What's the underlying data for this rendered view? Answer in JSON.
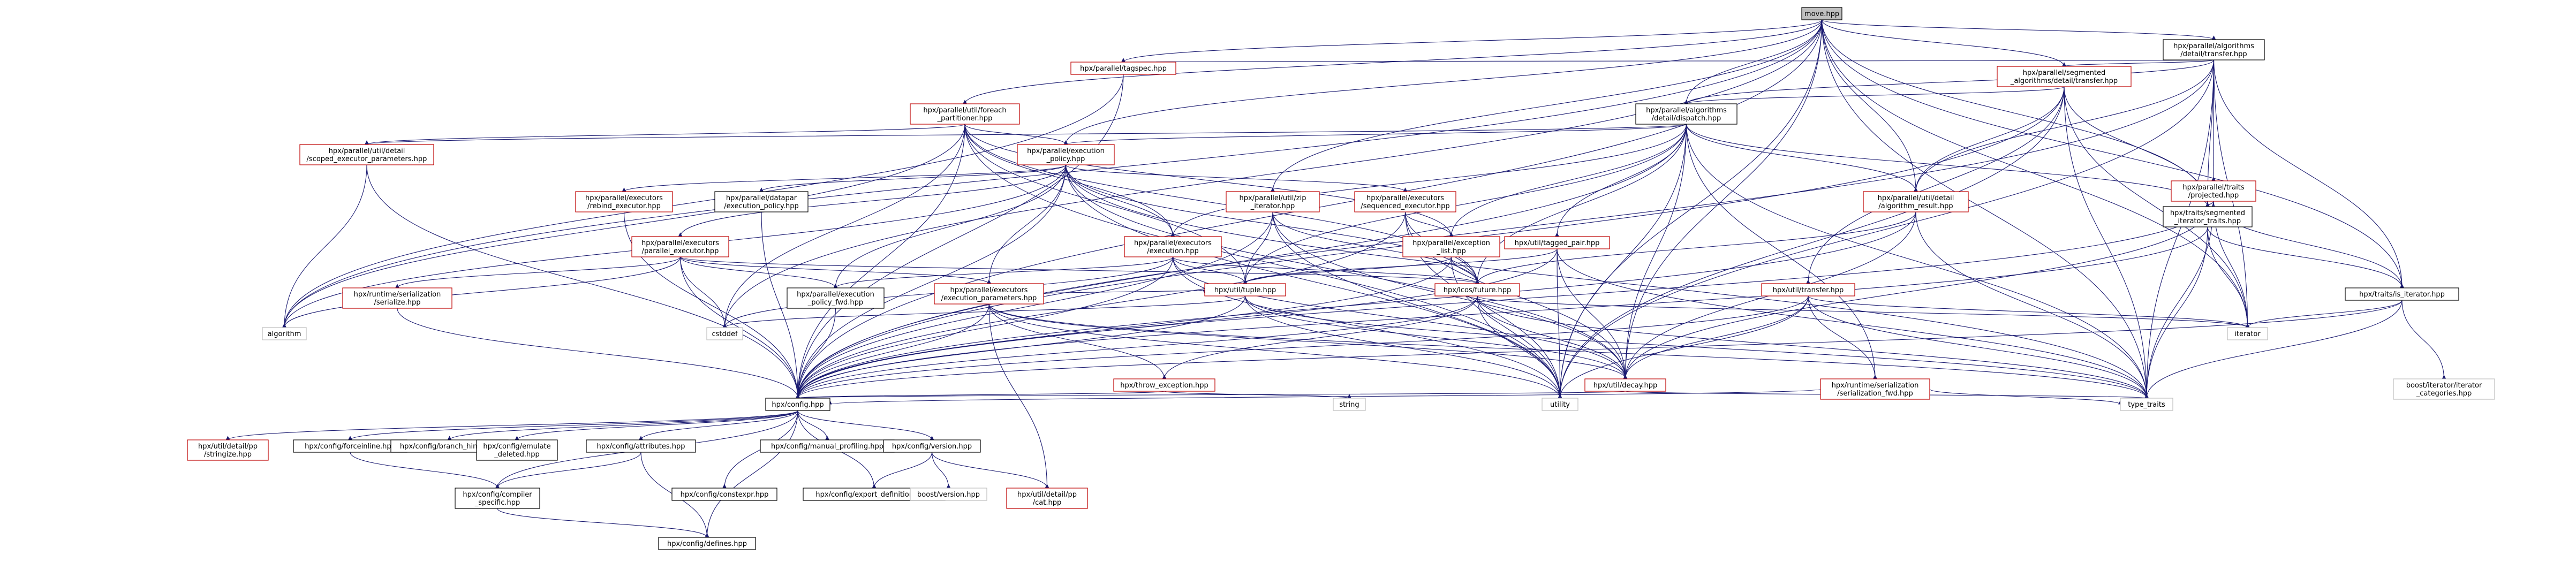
{
  "diagram": {
    "title": "move.hpp",
    "colors": {
      "edge": "#191970",
      "root_fill": "#bfbfbf",
      "normal_border": "#000000",
      "incomplete_border": "#bf0000",
      "external_border": "#bfbfbf"
    },
    "nodes": [
      {
        "id": "n0",
        "lines": [
          "move.hpp"
        ],
        "style": "root"
      },
      {
        "id": "n1",
        "lines": [
          "hpx/parallel/algorithms",
          "/detail/transfer.hpp"
        ],
        "style": "normal"
      },
      {
        "id": "n2",
        "lines": [
          "hpx/parallel/tagspec.hpp"
        ],
        "style": "red"
      },
      {
        "id": "n3",
        "lines": [
          "hpx/parallel/segmented",
          "_algorithms/detail/transfer.hpp"
        ],
        "style": "red"
      },
      {
        "id": "n4",
        "lines": [
          "hpx/parallel/util/foreach",
          "_partitioner.hpp"
        ],
        "style": "red"
      },
      {
        "id": "n5",
        "lines": [
          "hpx/parallel/algorithms",
          "/detail/dispatch.hpp"
        ],
        "style": "normal"
      },
      {
        "id": "n6",
        "lines": [
          "hpx/parallel/util/detail",
          "/scoped_executor_parameters.hpp"
        ],
        "style": "red"
      },
      {
        "id": "n7",
        "lines": [
          "hpx/parallel/execution",
          "_policy.hpp"
        ],
        "style": "red"
      },
      {
        "id": "n8",
        "lines": [
          "hpx/parallel/traits",
          "/projected.hpp"
        ],
        "style": "red"
      },
      {
        "id": "n9",
        "lines": [
          "hpx/parallel/executors",
          "/rebind_executor.hpp"
        ],
        "style": "red"
      },
      {
        "id": "n10",
        "lines": [
          "hpx/parallel/datapar",
          "/execution_policy.hpp"
        ],
        "style": "normal"
      },
      {
        "id": "n11",
        "lines": [
          "hpx/parallel/util/zip",
          "_iterator.hpp"
        ],
        "style": "red"
      },
      {
        "id": "n12",
        "lines": [
          "hpx/parallel/executors",
          "/sequenced_executor.hpp"
        ],
        "style": "red"
      },
      {
        "id": "n13",
        "lines": [
          "hpx/parallel/util/detail",
          "/algorithm_result.hpp"
        ],
        "style": "red"
      },
      {
        "id": "n14",
        "lines": [
          "hpx/traits/segmented",
          "_iterator_traits.hpp"
        ],
        "style": "normal"
      },
      {
        "id": "n15",
        "lines": [
          "hpx/parallel/executors",
          "/parallel_executor.hpp"
        ],
        "style": "red"
      },
      {
        "id": "n16",
        "lines": [
          "hpx/parallel/executors",
          "/execution.hpp"
        ],
        "style": "red"
      },
      {
        "id": "n17",
        "lines": [
          "hpx/parallel/exception",
          "_list.hpp"
        ],
        "style": "red"
      },
      {
        "id": "n18",
        "lines": [
          "hpx/util/tagged_pair.hpp"
        ],
        "style": "red"
      },
      {
        "id": "n19",
        "lines": [
          "hpx/runtime/serialization",
          "/serialize.hpp"
        ],
        "style": "red"
      },
      {
        "id": "n20",
        "lines": [
          "hpx/parallel/execution",
          "_policy_fwd.hpp"
        ],
        "style": "normal"
      },
      {
        "id": "n21",
        "lines": [
          "hpx/parallel/executors",
          "/execution_parameters.hpp"
        ],
        "style": "red"
      },
      {
        "id": "n22",
        "lines": [
          "hpx/util/tuple.hpp"
        ],
        "style": "red"
      },
      {
        "id": "n23",
        "lines": [
          "hpx/lcos/future.hpp"
        ],
        "style": "red"
      },
      {
        "id": "n24",
        "lines": [
          "hpx/util/transfer.hpp"
        ],
        "style": "red"
      },
      {
        "id": "n25",
        "lines": [
          "hpx/traits/is_iterator.hpp"
        ],
        "style": "normal"
      },
      {
        "id": "n26",
        "lines": [
          "algorithm"
        ],
        "style": "external"
      },
      {
        "id": "n27",
        "lines": [
          "cstddef"
        ],
        "style": "external"
      },
      {
        "id": "n28",
        "lines": [
          "iterator"
        ],
        "style": "external"
      },
      {
        "id": "n29",
        "lines": [
          "hpx/throw_exception.hpp"
        ],
        "style": "red"
      },
      {
        "id": "n30",
        "lines": [
          "hpx/util/decay.hpp"
        ],
        "style": "red"
      },
      {
        "id": "n31",
        "lines": [
          "hpx/runtime/serialization",
          "/serialization_fwd.hpp"
        ],
        "style": "red"
      },
      {
        "id": "n32",
        "lines": [
          "boost/iterator/iterator",
          "_categories.hpp"
        ],
        "style": "external"
      },
      {
        "id": "n33",
        "lines": [
          "string"
        ],
        "style": "external"
      },
      {
        "id": "n34",
        "lines": [
          "utility"
        ],
        "style": "external"
      },
      {
        "id": "n35",
        "lines": [
          "type_traits"
        ],
        "style": "external"
      },
      {
        "id": "n36",
        "lines": [
          "hpx/config.hpp"
        ],
        "style": "normal"
      },
      {
        "id": "n37",
        "lines": [
          "hpx/util/detail/pp",
          "/stringize.hpp"
        ],
        "style": "red"
      },
      {
        "id": "n38",
        "lines": [
          "hpx/config/forceinline.hpp"
        ],
        "style": "normal"
      },
      {
        "id": "n39",
        "lines": [
          "hpx/config/branch_hints.hpp"
        ],
        "style": "normal"
      },
      {
        "id": "n40",
        "lines": [
          "hpx/config/emulate",
          "_deleted.hpp"
        ],
        "style": "normal"
      },
      {
        "id": "n41",
        "lines": [
          "hpx/config/attributes.hpp"
        ],
        "style": "normal"
      },
      {
        "id": "n42",
        "lines": [
          "hpx/config/manual_profiling.hpp"
        ],
        "style": "normal"
      },
      {
        "id": "n43",
        "lines": [
          "hpx/config/version.hpp"
        ],
        "style": "normal"
      },
      {
        "id": "n44",
        "lines": [
          "hpx/config/compiler",
          "_specific.hpp"
        ],
        "style": "normal"
      },
      {
        "id": "n45",
        "lines": [
          "hpx/config/constexpr.hpp"
        ],
        "style": "normal"
      },
      {
        "id": "n46",
        "lines": [
          "hpx/config/export_definitions.hpp"
        ],
        "style": "normal"
      },
      {
        "id": "n47",
        "lines": [
          "boost/version.hpp"
        ],
        "style": "external"
      },
      {
        "id": "n48",
        "lines": [
          "hpx/util/detail/pp",
          "/cat.hpp"
        ],
        "style": "red"
      },
      {
        "id": "n49",
        "lines": [
          "hpx/config/defines.hpp"
        ],
        "style": "normal"
      }
    ],
    "edges": [
      [
        "n0",
        "n1"
      ],
      [
        "n0",
        "n2"
      ],
      [
        "n0",
        "n3"
      ],
      [
        "n0",
        "n4"
      ],
      [
        "n0",
        "n5"
      ],
      [
        "n0",
        "n7"
      ],
      [
        "n0",
        "n11"
      ],
      [
        "n0",
        "n13"
      ],
      [
        "n0",
        "n14"
      ],
      [
        "n0",
        "n25"
      ],
      [
        "n0",
        "n26"
      ],
      [
        "n0",
        "n27"
      ],
      [
        "n0",
        "n28"
      ],
      [
        "n0",
        "n30"
      ],
      [
        "n0",
        "n34"
      ],
      [
        "n0",
        "n35"
      ],
      [
        "n0",
        "n36"
      ],
      [
        "n1",
        "n2"
      ],
      [
        "n1",
        "n3"
      ],
      [
        "n1",
        "n5"
      ],
      [
        "n1",
        "n13"
      ],
      [
        "n1",
        "n14"
      ],
      [
        "n1",
        "n25"
      ],
      [
        "n1",
        "n28"
      ],
      [
        "n1",
        "n34"
      ],
      [
        "n1",
        "n35"
      ],
      [
        "n1",
        "n36"
      ],
      [
        "n1",
        "n8"
      ],
      [
        "n2",
        "n26"
      ],
      [
        "n2",
        "n36"
      ],
      [
        "n3",
        "n5"
      ],
      [
        "n3",
        "n13"
      ],
      [
        "n3",
        "n14"
      ],
      [
        "n3",
        "n24"
      ],
      [
        "n3",
        "n28"
      ],
      [
        "n3",
        "n34"
      ],
      [
        "n3",
        "n35"
      ],
      [
        "n3",
        "n36"
      ],
      [
        "n4",
        "n6"
      ],
      [
        "n4",
        "n7"
      ],
      [
        "n4",
        "n16"
      ],
      [
        "n4",
        "n17"
      ],
      [
        "n4",
        "n22"
      ],
      [
        "n4",
        "n23"
      ],
      [
        "n4",
        "n26"
      ],
      [
        "n4",
        "n27"
      ],
      [
        "n4",
        "n34"
      ],
      [
        "n4",
        "n36"
      ],
      [
        "n5",
        "n6"
      ],
      [
        "n5",
        "n7"
      ],
      [
        "n5",
        "n13"
      ],
      [
        "n5",
        "n14"
      ],
      [
        "n5",
        "n16"
      ],
      [
        "n5",
        "n17"
      ],
      [
        "n5",
        "n18"
      ],
      [
        "n5",
        "n22"
      ],
      [
        "n5",
        "n23"
      ],
      [
        "n5",
        "n30"
      ],
      [
        "n5",
        "n31"
      ],
      [
        "n5",
        "n34"
      ],
      [
        "n5",
        "n35"
      ],
      [
        "n5",
        "n36"
      ],
      [
        "n6",
        "n36"
      ],
      [
        "n6",
        "n26"
      ],
      [
        "n7",
        "n9"
      ],
      [
        "n7",
        "n10"
      ],
      [
        "n7",
        "n12"
      ],
      [
        "n7",
        "n15"
      ],
      [
        "n7",
        "n16"
      ],
      [
        "n7",
        "n20"
      ],
      [
        "n7",
        "n21"
      ],
      [
        "n7",
        "n23"
      ],
      [
        "n7",
        "n26"
      ],
      [
        "n7",
        "n30"
      ],
      [
        "n7",
        "n34"
      ],
      [
        "n7",
        "n35"
      ],
      [
        "n7",
        "n36"
      ],
      [
        "n8",
        "n14"
      ],
      [
        "n8",
        "n25"
      ],
      [
        "n8",
        "n28"
      ],
      [
        "n8",
        "n35"
      ],
      [
        "n8",
        "n36"
      ],
      [
        "n8",
        "n30"
      ],
      [
        "n9",
        "n36"
      ],
      [
        "n10",
        "n36"
      ],
      [
        "n11",
        "n22"
      ],
      [
        "n11",
        "n23"
      ],
      [
        "n11",
        "n30"
      ],
      [
        "n11",
        "n34"
      ],
      [
        "n11",
        "n36"
      ],
      [
        "n12",
        "n17"
      ],
      [
        "n12",
        "n23"
      ],
      [
        "n12",
        "n30"
      ],
      [
        "n12",
        "n34"
      ],
      [
        "n12",
        "n36"
      ],
      [
        "n13",
        "n23"
      ],
      [
        "n13",
        "n30"
      ],
      [
        "n13",
        "n35"
      ],
      [
        "n13",
        "n36"
      ],
      [
        "n14",
        "n25"
      ],
      [
        "n14",
        "n28"
      ],
      [
        "n14",
        "n35"
      ],
      [
        "n14",
        "n36"
      ],
      [
        "n15",
        "n19"
      ],
      [
        "n15",
        "n20"
      ],
      [
        "n15",
        "n21"
      ],
      [
        "n15",
        "n23"
      ],
      [
        "n15",
        "n26"
      ],
      [
        "n15",
        "n27"
      ],
      [
        "n15",
        "n36"
      ],
      [
        "n16",
        "n20"
      ],
      [
        "n16",
        "n22"
      ],
      [
        "n16",
        "n23"
      ],
      [
        "n16",
        "n27"
      ],
      [
        "n16",
        "n30"
      ],
      [
        "n16",
        "n34"
      ],
      [
        "n16",
        "n36"
      ],
      [
        "n17",
        "n22"
      ],
      [
        "n17",
        "n23"
      ],
      [
        "n17",
        "n34"
      ],
      [
        "n17",
        "n36"
      ],
      [
        "n18",
        "n22"
      ],
      [
        "n18",
        "n30"
      ],
      [
        "n18",
        "n34"
      ],
      [
        "n18",
        "n35"
      ],
      [
        "n18",
        "n36"
      ],
      [
        "n19",
        "n36"
      ],
      [
        "n20",
        "n36"
      ],
      [
        "n21",
        "n22"
      ],
      [
        "n21",
        "n29"
      ],
      [
        "n21",
        "n30"
      ],
      [
        "n21",
        "n34"
      ],
      [
        "n21",
        "n35"
      ],
      [
        "n21",
        "n36"
      ],
      [
        "n21",
        "n48"
      ],
      [
        "n22",
        "n30"
      ],
      [
        "n22",
        "n34"
      ],
      [
        "n22",
        "n35"
      ],
      [
        "n22",
        "n36"
      ],
      [
        "n22",
        "n27"
      ],
      [
        "n23",
        "n29"
      ],
      [
        "n23",
        "n30"
      ],
      [
        "n23",
        "n34"
      ],
      [
        "n23",
        "n35"
      ],
      [
        "n23",
        "n36"
      ],
      [
        "n23",
        "n28"
      ],
      [
        "n24",
        "n30"
      ],
      [
        "n24",
        "n31"
      ],
      [
        "n24",
        "n34"
      ],
      [
        "n24",
        "n35"
      ],
      [
        "n24",
        "n36"
      ],
      [
        "n24",
        "n28"
      ],
      [
        "n25",
        "n28"
      ],
      [
        "n25",
        "n32"
      ],
      [
        "n25",
        "n35"
      ],
      [
        "n25",
        "n36"
      ],
      [
        "n29",
        "n36"
      ],
      [
        "n29",
        "n33"
      ],
      [
        "n30",
        "n35"
      ],
      [
        "n30",
        "n36"
      ],
      [
        "n31",
        "n35"
      ],
      [
        "n31",
        "n36"
      ],
      [
        "n36",
        "n37"
      ],
      [
        "n36",
        "n38"
      ],
      [
        "n36",
        "n39"
      ],
      [
        "n36",
        "n40"
      ],
      [
        "n36",
        "n41"
      ],
      [
        "n36",
        "n42"
      ],
      [
        "n36",
        "n43"
      ],
      [
        "n36",
        "n44"
      ],
      [
        "n36",
        "n45"
      ],
      [
        "n36",
        "n46"
      ],
      [
        "n36",
        "n49"
      ],
      [
        "n38",
        "n44"
      ],
      [
        "n41",
        "n44"
      ],
      [
        "n41",
        "n49"
      ],
      [
        "n43",
        "n47"
      ],
      [
        "n43",
        "n48"
      ],
      [
        "n43",
        "n46"
      ],
      [
        "n44",
        "n49"
      ]
    ]
  }
}
